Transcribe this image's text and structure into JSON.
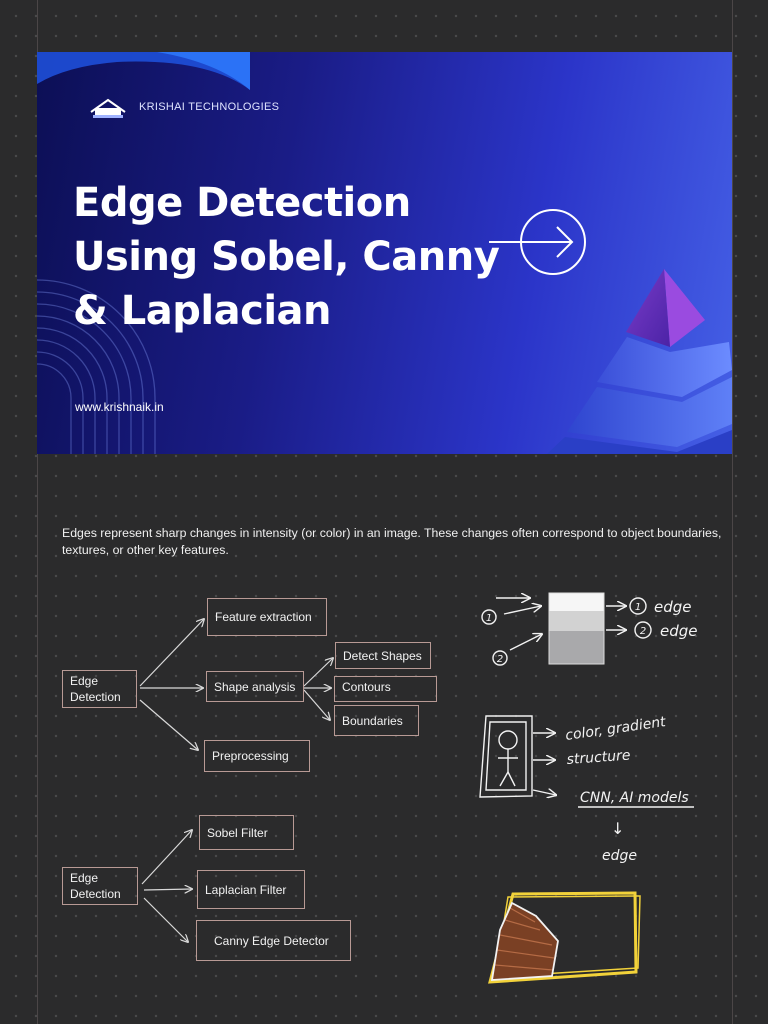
{
  "banner": {
    "brand_name": "KRISHAI TECHNOLOGIES",
    "title_line1": "Edge Detection",
    "title_line2": "Using Sobel, Canny",
    "title_line3": "& Laplacian",
    "website": "www.krishnaik.in",
    "arrow_icon": "arrow-right-circle-icon"
  },
  "intro": {
    "text": "Edges represent sharp changes in intensity (or color) in an image. These changes often correspond to object boundaries, textures, or other key features."
  },
  "diagram1": {
    "root_line1": "Edge",
    "root_line2": "Detection",
    "feature_extraction": "Feature extraction",
    "shape_analysis": "Shape analysis",
    "preprocessing": "Preprocessing",
    "detect_shapes": "Detect Shapes",
    "contours": "Contours",
    "boundaries": "Boundaries"
  },
  "diagram2": {
    "root_line1": "Edge",
    "root_line2": "Detection",
    "sobel": "Sobel Filter",
    "laplacian": "Laplacian Filter",
    "canny": "Canny Edge Detector"
  },
  "sketch1": {
    "marker1": "1",
    "marker2": "2",
    "label1_num": "1",
    "label1": "edge",
    "label2_num": "2",
    "label2": "edge"
  },
  "sketch2": {
    "note1": "color, gradient",
    "note2": "structure",
    "note3": "CNN, AI models",
    "arrow": "↓",
    "note4": "edge"
  },
  "colors": {
    "banner_dark": "#0c0f55",
    "banner_light": "#4560e6",
    "box_border": "#b89a95",
    "highlight_yellow": "#f2d23a"
  }
}
